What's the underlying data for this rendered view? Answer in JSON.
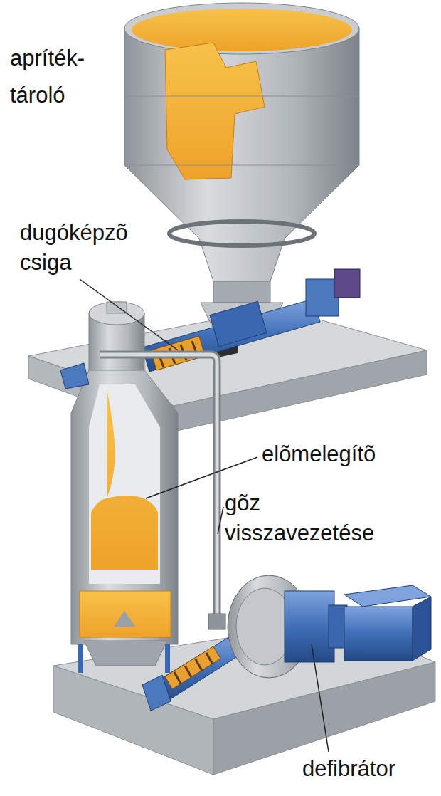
{
  "diagram": {
    "labels": [
      "apríték- tároló",
      "dugóképzõ csiga",
      "elõmelegítõ",
      "gõz visszavezetése",
      "defibrátor"
    ]
  }
}
